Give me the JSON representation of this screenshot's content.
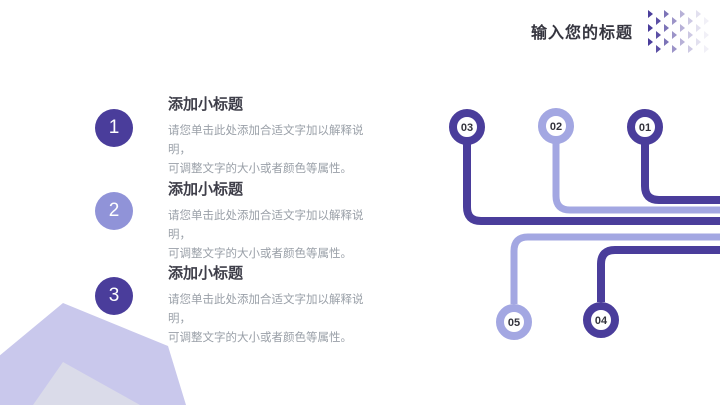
{
  "header": {
    "title": "输入您的标题",
    "deco": {
      "rows": 3,
      "cols": 8,
      "color": "#4a3d9b",
      "opacities": [
        1,
        0.9,
        0.72,
        0.55,
        0.4,
        0.28,
        0.16,
        0.08
      ]
    }
  },
  "colors": {
    "accent_dark": "#4a3d9b",
    "accent_light": "#a3a7e2",
    "accent_mid": "#9093d8",
    "title_text": "#3e3e49",
    "body_text": "#9aa0a8",
    "corner_outer": "#c9c8ec",
    "corner_inner": "#dadbe9"
  },
  "items": [
    {
      "num": "1",
      "tone": "dark",
      "title": "添加小标题",
      "desc1": "请您单击此处添加合适文字加以解释说明，",
      "desc2": "可调整文字的大小或者颜色等属性。"
    },
    {
      "num": "2",
      "tone": "light",
      "title": "添加小标题",
      "desc1": "请您单击此处添加合适文字加以解释说明，",
      "desc2": "可调整文字的大小或者颜色等属性。"
    },
    {
      "num": "3",
      "tone": "dark",
      "title": "添加小标题",
      "desc1": "请您单击此处添加合适文字加以解释说明，",
      "desc2": "可调整文字的大小或者颜色等属性。"
    }
  ],
  "diagram": {
    "nodes": [
      {
        "label": "01",
        "tone": "dark"
      },
      {
        "label": "02",
        "tone": "light"
      },
      {
        "label": "03",
        "tone": "dark"
      },
      {
        "label": "04",
        "tone": "dark"
      },
      {
        "label": "05",
        "tone": "light"
      }
    ]
  }
}
